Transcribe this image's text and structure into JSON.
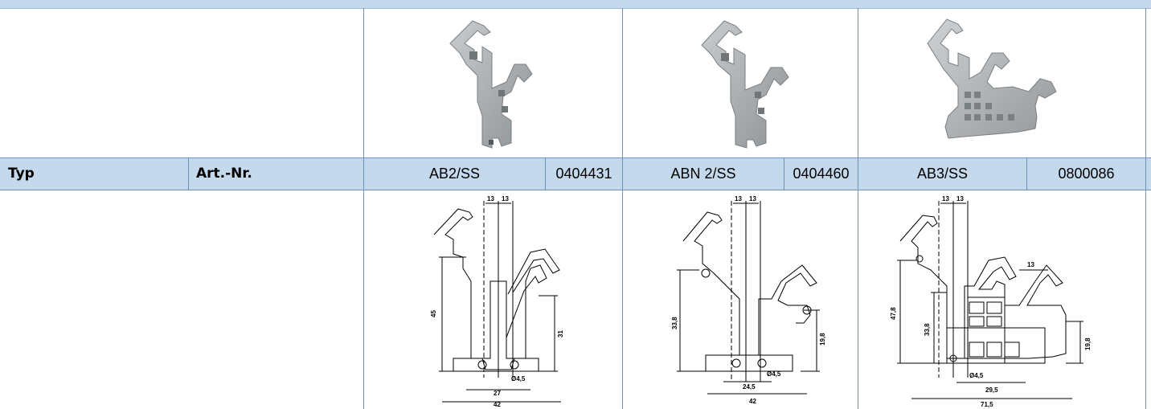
{
  "table": {
    "header": {
      "typ_label": "Typ",
      "artnr_label": "Art.-Nr."
    },
    "products": [
      {
        "type": "AB2/SS",
        "article_number": "0404431",
        "dimensions": {
          "top_left": "13",
          "top_right": "13",
          "height_total": "45",
          "height_right": "31",
          "hole": "Ø4,5",
          "inner_width": "27",
          "outer_width": "42"
        }
      },
      {
        "type": "ABN 2/SS",
        "article_number": "0404460",
        "dimensions": {
          "top_left": "13",
          "top_right": "13",
          "height_total": "33,8",
          "height_right": "19,8",
          "hole": "Ø4,5",
          "inner_width": "24,5",
          "outer_width": "42"
        }
      },
      {
        "type": "AB3/SS",
        "article_number": "0800086",
        "dimensions": {
          "top_left": "13",
          "top_right": "13",
          "right_arm": "13",
          "height_total": "47,8",
          "height_mid": "33,8",
          "height_right": "19,8",
          "hole": "Ø4,5",
          "inner_width": "29,5",
          "outer_width": "71,5"
        }
      }
    ]
  },
  "colors": {
    "header_bg": "#c5d9ec",
    "grid_line": "#6e92b8",
    "part_gray": "#a9adb0"
  }
}
